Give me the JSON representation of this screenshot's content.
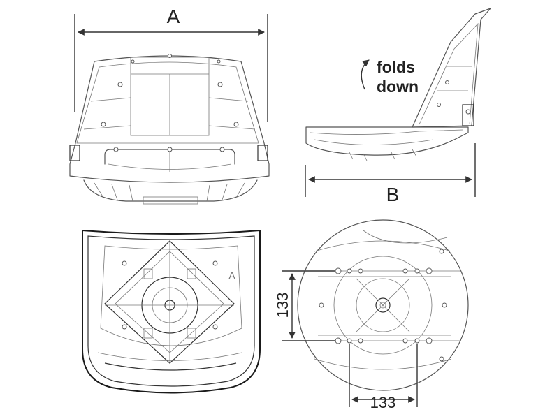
{
  "labels": {
    "width_letter": "A",
    "length_letter": "B",
    "fold_line1": "folds",
    "fold_line2": "down",
    "bottom_view_letter": "A",
    "hole_spacing_vertical": "133",
    "hole_spacing_horizontal": "133"
  },
  "colors": {
    "line": "#555555",
    "outline_dark": "#1a1a1a",
    "background": "#ffffff"
  },
  "icons": {
    "fold_arrow": "curved-arrow-icon"
  }
}
